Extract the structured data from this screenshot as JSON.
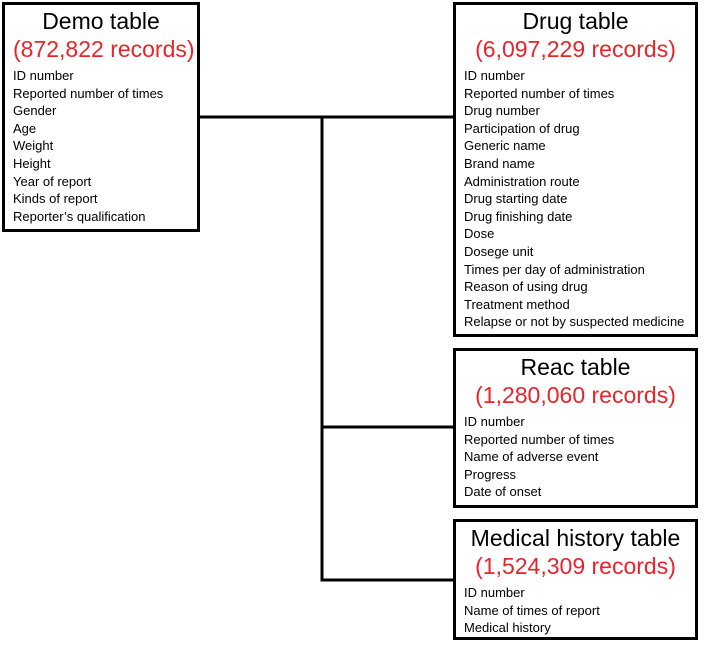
{
  "colors": {
    "border": "#000000",
    "connector": "#000000",
    "record_count": "#e8242b",
    "text": "#000000",
    "background": "#ffffff"
  },
  "tables": {
    "demo": {
      "title": "Demo table",
      "records": "(872,822 records)",
      "fields": [
        "ID number",
        "Reported number of times",
        "Gender",
        "Age",
        "Weight",
        "Height",
        "Year of report",
        "Kinds of report",
        "Reporter’s qualification"
      ]
    },
    "drug": {
      "title": "Drug table",
      "records": "(6,097,229 records)",
      "fields": [
        "ID number",
        "Reported number of times",
        "Drug number",
        "Participation of drug",
        "Generic name",
        "Brand name",
        "Administration route",
        "Drug starting date",
        "Drug finishing date",
        "Dose",
        "Dosege unit",
        "Times per day of administration",
        "Reason of using drug",
        "Treatment method",
        "Relapse or not by suspected medicine"
      ]
    },
    "reac": {
      "title": "Reac table",
      "records": "(1,280,060 records)",
      "fields": [
        "ID number",
        "Reported number of times",
        "Name of adverse event",
        "Progress",
        "Date of onset"
      ]
    },
    "medical_history": {
      "title": "Medical history table",
      "records": "(1,524,309 records)",
      "fields": [
        "ID number",
        "Name of times of report",
        "Medical history"
      ]
    }
  }
}
